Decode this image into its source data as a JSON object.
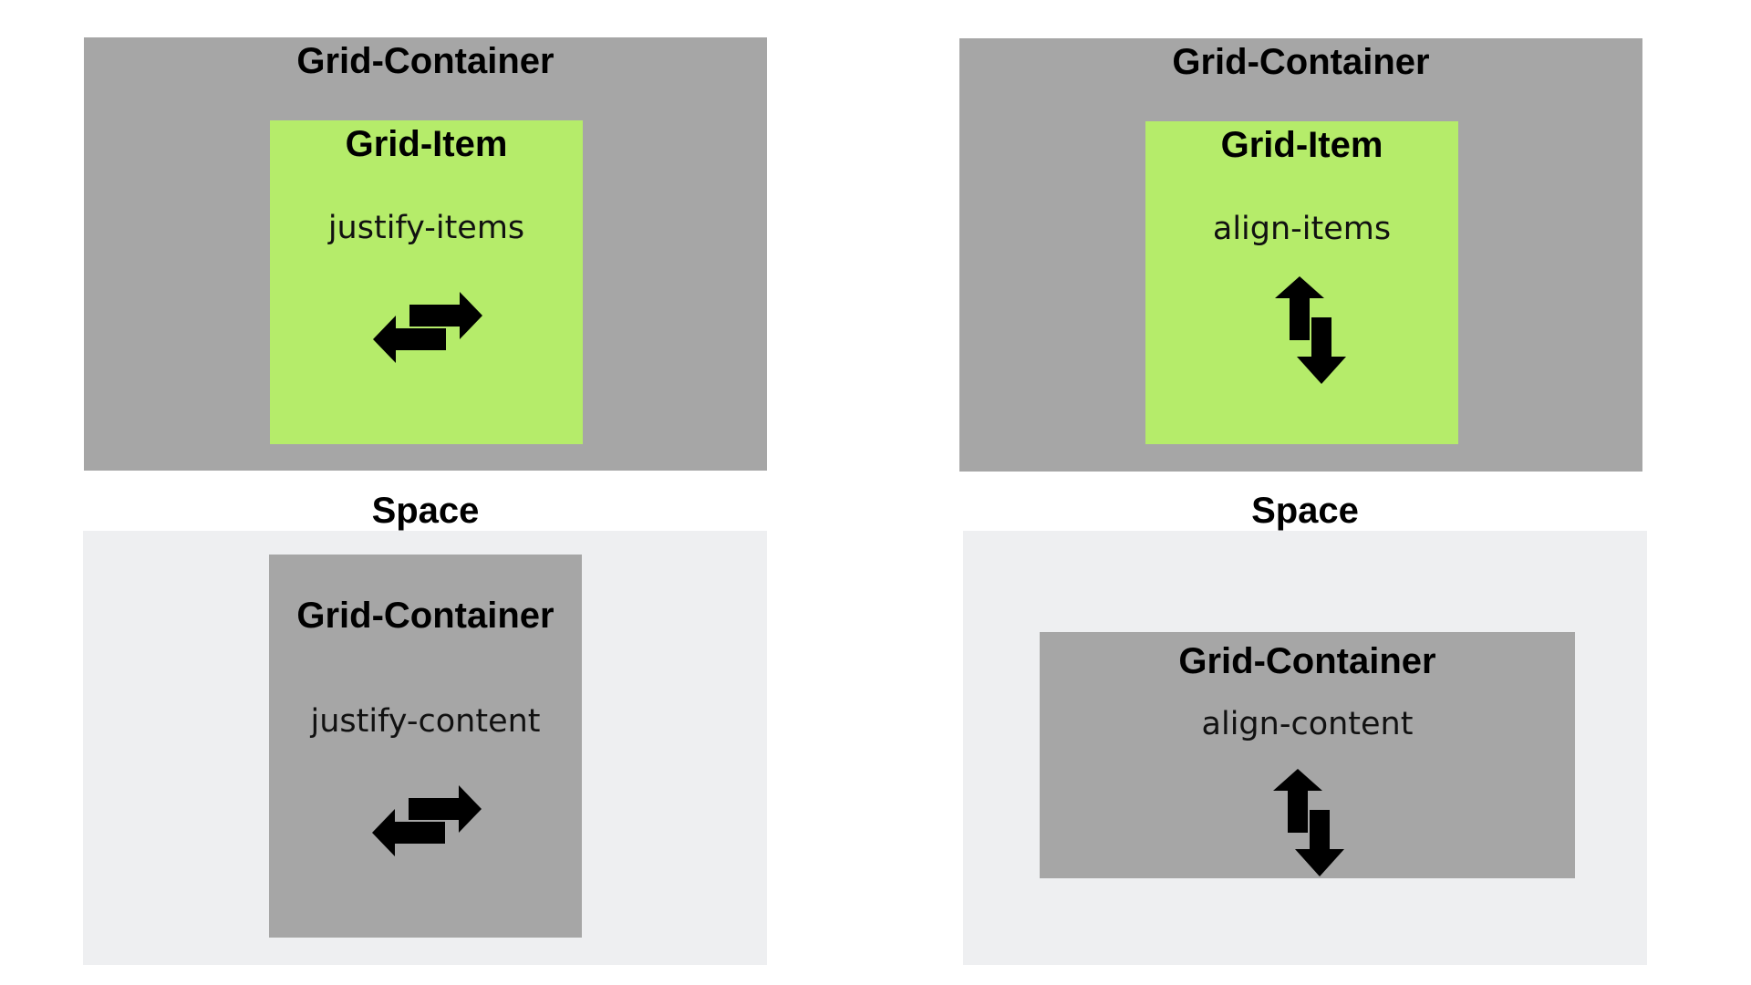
{
  "colors": {
    "container": "#a6a6a6",
    "item": "#b5ec6a",
    "space": "#eeeff1",
    "text": "#000000"
  },
  "top_left": {
    "container_title": "Grid-Container",
    "item_title": "Grid-Item",
    "property": "justify-items",
    "icon": "horizontal-swap-arrows-icon"
  },
  "top_right": {
    "container_title": "Grid-Container",
    "item_title": "Grid-Item",
    "property": "align-items",
    "icon": "vertical-swap-arrows-icon"
  },
  "bottom_left": {
    "space_label": "Space",
    "container_title": "Grid-Container",
    "property": "justify-content",
    "icon": "horizontal-swap-arrows-icon"
  },
  "bottom_right": {
    "space_label": "Space",
    "container_title": "Grid-Container",
    "property": "align-content",
    "icon": "vertical-swap-arrows-icon"
  }
}
